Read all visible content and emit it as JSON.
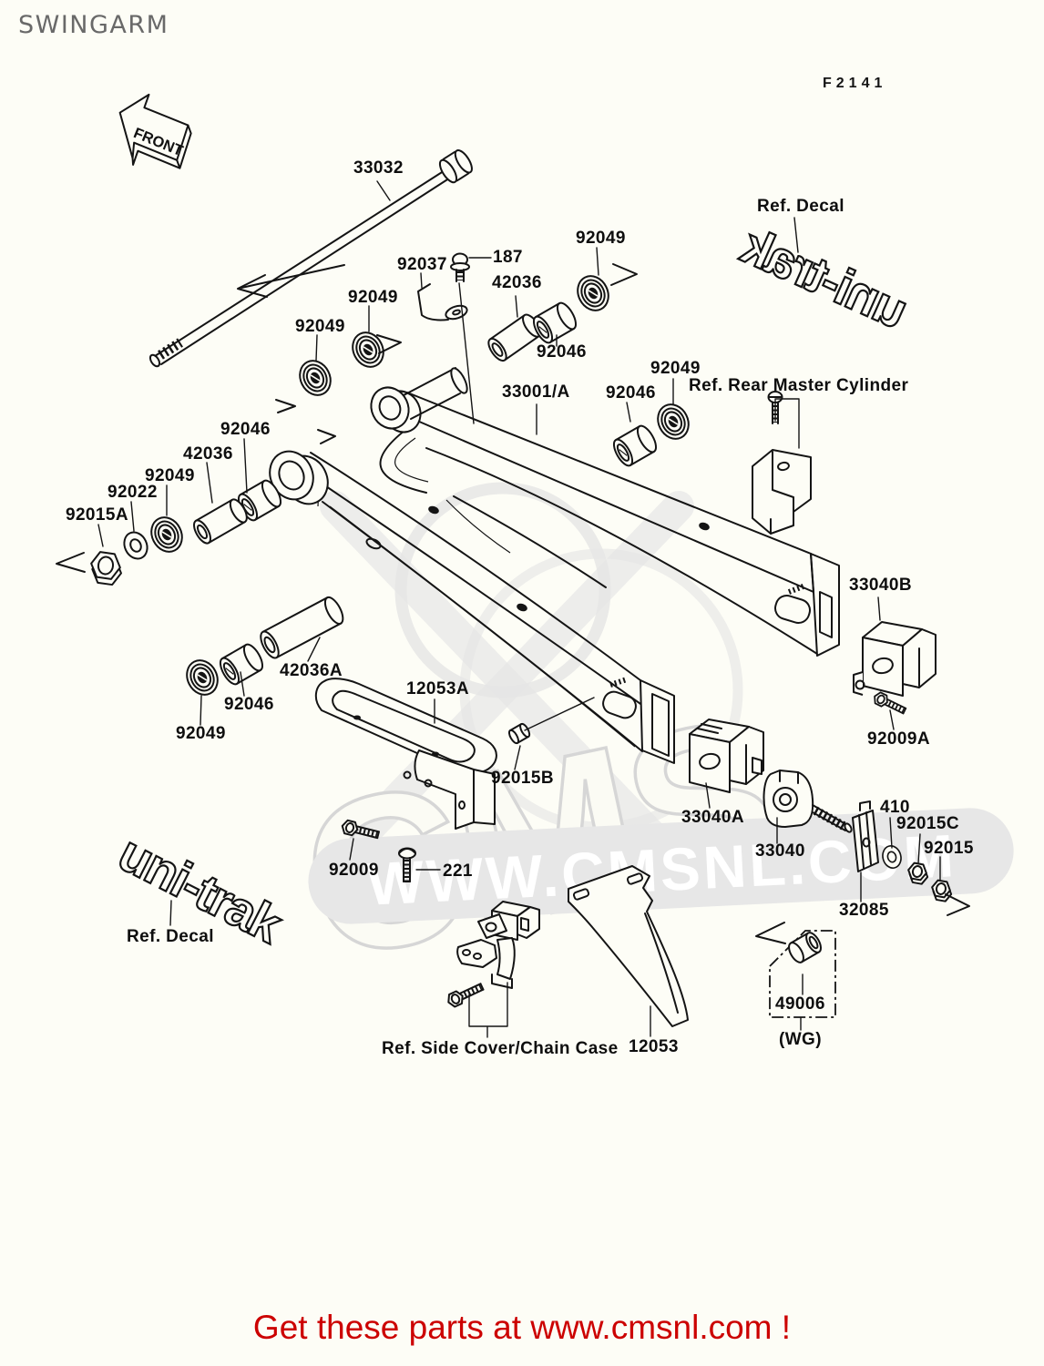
{
  "page": {
    "title": "SWINGARM",
    "figure_code": "F2141",
    "front_label": "FRONT",
    "decal_text": "uni-trak",
    "watermark_big": "CMS",
    "watermark_url": "WWW.CMSNL.COM",
    "footer_text": "Get these parts at www.cmsnl.com !",
    "colors": {
      "footer_red": "#cc0000",
      "title_gray": "#696969",
      "watermark_gray": "#e5e5e5"
    }
  },
  "labels": {
    "axle": "33032",
    "clamp": "92037",
    "clamp_bolt": "187",
    "sleeve_top": "42036",
    "bearing_top": "92049",
    "bushing_top": "92046",
    "swingarm": "33001/A",
    "bushing_right": "92046",
    "bearing_right": "92049",
    "ref_rear_master_cylinder": "Ref. Rear Master Cylinder",
    "bearing_mid_upper": "92049",
    "bearing_mid_lower": "92049",
    "bushing_left": "92046",
    "sleeve_left": "42036",
    "bearing_left": "92049",
    "washer_left": "92022",
    "nut_left": "92015A",
    "stopper_upper": "33040B",
    "stopper_upper_bolt": "92009A",
    "sleeve_lower": "42036A",
    "bushing_lower": "92046",
    "bearing_lower": "92049",
    "chain_slider": "12053A",
    "slider_collar": "92015B",
    "stopper_lower": "33040A",
    "adjuster": "33040",
    "adjuster_washer": "410",
    "adjuster_locknut": "92015C",
    "adjuster_nut": "92015",
    "adjuster_block": "32085",
    "slider_bolt": "92009",
    "slider_screw": "221",
    "ref_decal_upper": "Ref. Decal",
    "ref_decal_lower": "Ref. Decal",
    "ref_side_cover": "Ref. Side Cover/Chain Case",
    "chain_case": "12053",
    "cap": "49006",
    "cap_note": "(WG)"
  }
}
